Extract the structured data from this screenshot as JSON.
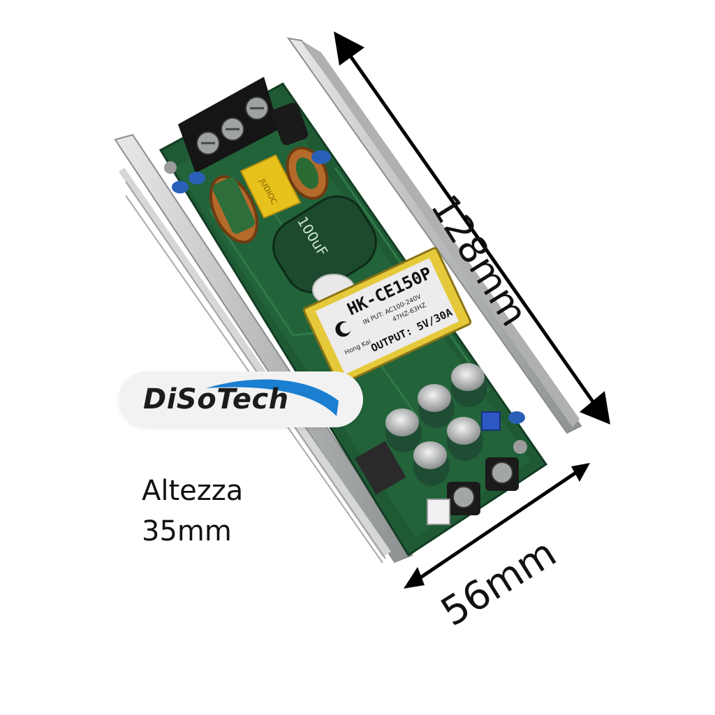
{
  "product": {
    "model": "HK-CE150P",
    "brand": "Hong Kai",
    "input_text": "IN PUT: AC100-240V",
    "freq_text": "47HZ-63HZ",
    "output_text": "OUTPUT: 5V/30A",
    "capacitor_text": "100uF",
    "fuse_text": "JUDIOC"
  },
  "logo": {
    "text": "DiSoTech"
  },
  "dimensions": {
    "length_label": "128mm",
    "width_label": "56mm",
    "height_title": "Altezza",
    "height_value": "35mm"
  },
  "colors": {
    "pcb": "#1f5a35",
    "heatsink": "#c9cbcb",
    "label_yellow": "#e6c93a",
    "logo_blue": "#1a7fd1",
    "arrow": "#000000"
  }
}
